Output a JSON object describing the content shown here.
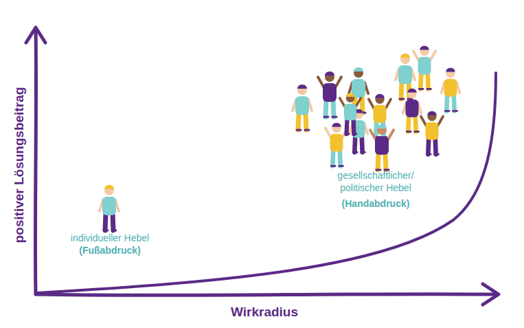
{
  "diagram": {
    "labels": [
      "positiver Lösungsbeitrag",
      "Wirkradius",
      "individueller Hebel",
      "(Fußabdruck)",
      "gesellschaftlicher/ politischer Hebel",
      "(Handabdruck)"
    ]
  }
}
